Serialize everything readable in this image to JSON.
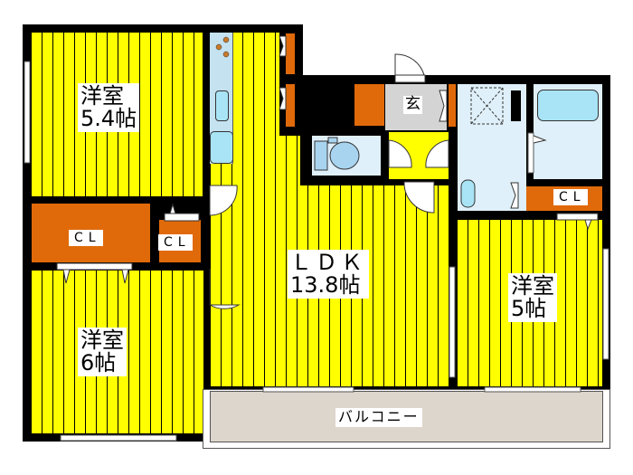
{
  "floor_plan": {
    "rooms": [
      {
        "id": "western-room-top-left",
        "name": "洋室",
        "size": "5.4帖"
      },
      {
        "id": "western-room-bottom-left",
        "name": "洋室",
        "size": "6帖"
      },
      {
        "id": "ldk",
        "name": "ＬＤＫ",
        "size": "13.8帖"
      },
      {
        "id": "western-room-right",
        "name": "洋室",
        "size": "5帖"
      }
    ],
    "closets": [
      {
        "id": "closet-left-large",
        "label": "CL"
      },
      {
        "id": "closet-left-small",
        "label": "CL"
      },
      {
        "id": "closet-right",
        "label": "CL"
      }
    ],
    "entrance": {
      "label": "玄"
    },
    "balcony": {
      "label": "バルコニー"
    },
    "colors": {
      "floor": "#ffff00",
      "closet": "#e06a0a",
      "wet_area": "#dff0fa",
      "fixture": "#a8e4f5",
      "entrance": "#d4d4d4",
      "balcony": "#ddd6cc",
      "wall": "#000000"
    }
  }
}
